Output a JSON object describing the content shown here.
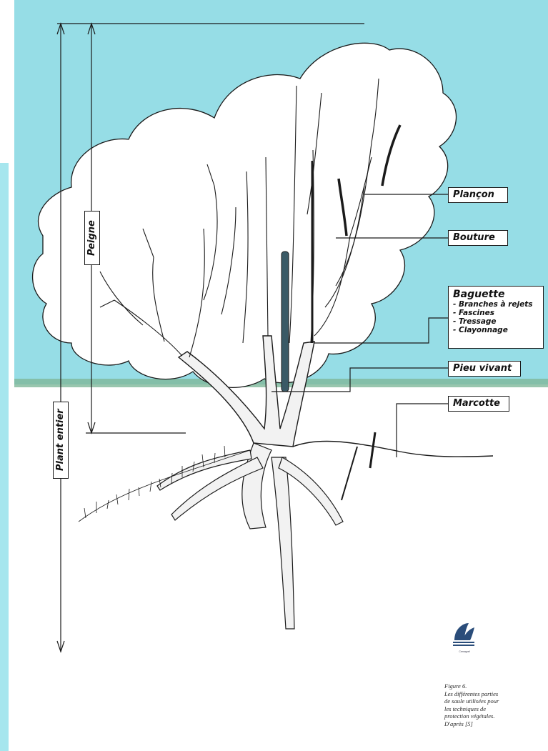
{
  "labels": {
    "plancon": "Plançon",
    "bouture": "Bouture",
    "baguette_title": "Baguette",
    "baguette_items": [
      "- Branches à rejets",
      "- Fascines",
      "- Tressage",
      "- Clayonnage"
    ],
    "pieu_vivant": "Pieu vivant",
    "marcotte": "Marcotte",
    "peigne": "Peigne",
    "plant_entier": "Plant entier"
  },
  "caption": {
    "lines": [
      "Figure 6.",
      "Les différentes parties",
      "de saule utilisées pour",
      "les techniques de",
      "protection végétales.",
      "D'après [5]"
    ]
  },
  "logo_text": "Cemagref",
  "colors": {
    "sky": "#96dde6",
    "ground": "#ffffff",
    "ground_line": "#7fb89a",
    "ink": "#1a1a1a",
    "left_panel": "#a6e6ee"
  },
  "icons": [
    "tree-line-art-icon",
    "logo-icon"
  ]
}
